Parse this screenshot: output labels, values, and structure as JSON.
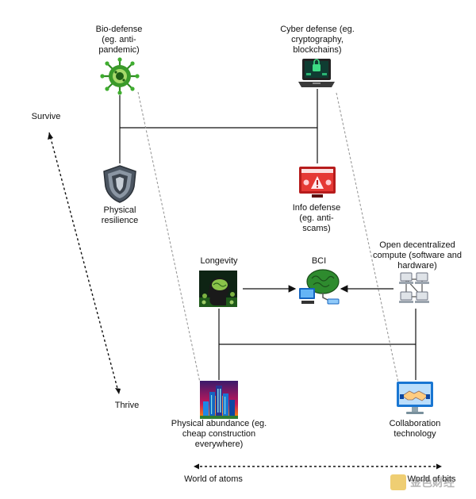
{
  "nodes": {
    "bio_defense": "Bio-defense\n(eg. anti-\npandemic)",
    "cyber_defense": "Cyber defense (eg.\ncryptography,\nblockchains)",
    "physical_resilience": "Physical\nresilience",
    "info_defense": "Info defense\n(eg. anti-\nscams)",
    "longevity": "Longevity",
    "bci": "BCI",
    "open_compute": "Open decentralized\ncompute (software and\nhardware)",
    "physical_abundance": "Physical abundance (eg.\ncheap construction\neverywhere)",
    "collaboration": "Collaboration\ntechnology"
  },
  "axes": {
    "survive": "Survive",
    "thrive": "Thrive",
    "world_of_atoms": "World of atoms",
    "world_of_bits": "World of bits"
  },
  "watermark": {
    "text": "金色财经"
  },
  "colors": {
    "line": "#111111",
    "dashed": "#999999",
    "virus": "#3a9a2a",
    "shield": "#5a6470",
    "laptop": "#2b2b2b",
    "info_red": "#c62828",
    "brain_green": "#2e8b2e",
    "screen_blue": "#4a9be0"
  }
}
